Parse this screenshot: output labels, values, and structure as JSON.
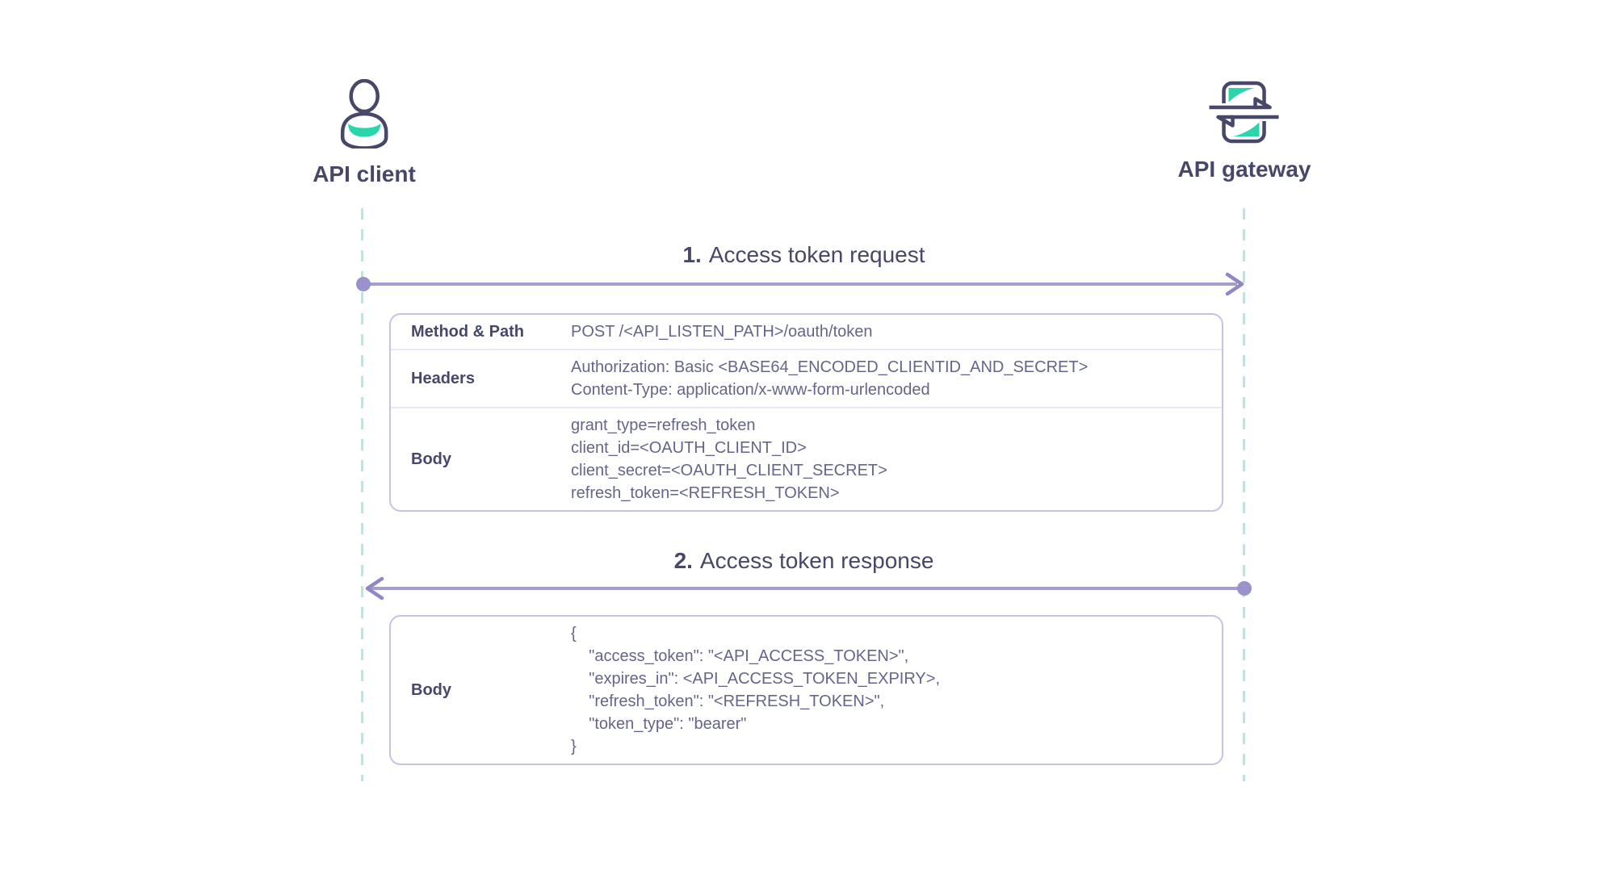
{
  "actors": [
    {
      "label": "API client",
      "icon": "person-icon"
    },
    {
      "label": "API gateway",
      "icon": "gateway-sync-icon"
    }
  ],
  "messages": [
    {
      "number": "1.",
      "title": "Access token request",
      "direction": "client-to-gateway",
      "rows": [
        {
          "label": "Method & Path",
          "lines": [
            "POST /<API_LISTEN_PATH>/oauth/token"
          ]
        },
        {
          "label": "Headers",
          "lines": [
            "Authorization: Basic <BASE64_ENCODED_CLIENTID_AND_SECRET>",
            "Content-Type: application/x-www-form-urlencoded"
          ]
        },
        {
          "label": "Body",
          "lines": [
            "grant_type=refresh_token",
            "client_id=<OAUTH_CLIENT_ID>",
            "client_secret=<OAUTH_CLIENT_SECRET>",
            "refresh_token=<REFRESH_TOKEN>"
          ]
        }
      ]
    },
    {
      "number": "2.",
      "title": "Access token response",
      "direction": "gateway-to-client",
      "rows": [
        {
          "label": "Body",
          "lines": [
            "{",
            "    \"access_token\": \"<API_ACCESS_TOKEN>\",",
            "    \"expires_in\": <API_ACCESS_TOKEN_EXPIRY>,",
            "    \"refresh_token\": \"<REFRESH_TOKEN>\",",
            "    \"token_type\": \"bearer\"",
            "}"
          ]
        }
      ]
    }
  ],
  "colors": {
    "ink": "#474769",
    "muted": "#65658c",
    "teal": "#2ad5ab",
    "lifeline": "#b2ebdd",
    "border": "#c7c2e6",
    "divider": "#e9e7f5",
    "arrow_line": "#a39dd1",
    "arrow_head": "#8f88c5",
    "arrow_dot": "#9a93cb"
  }
}
